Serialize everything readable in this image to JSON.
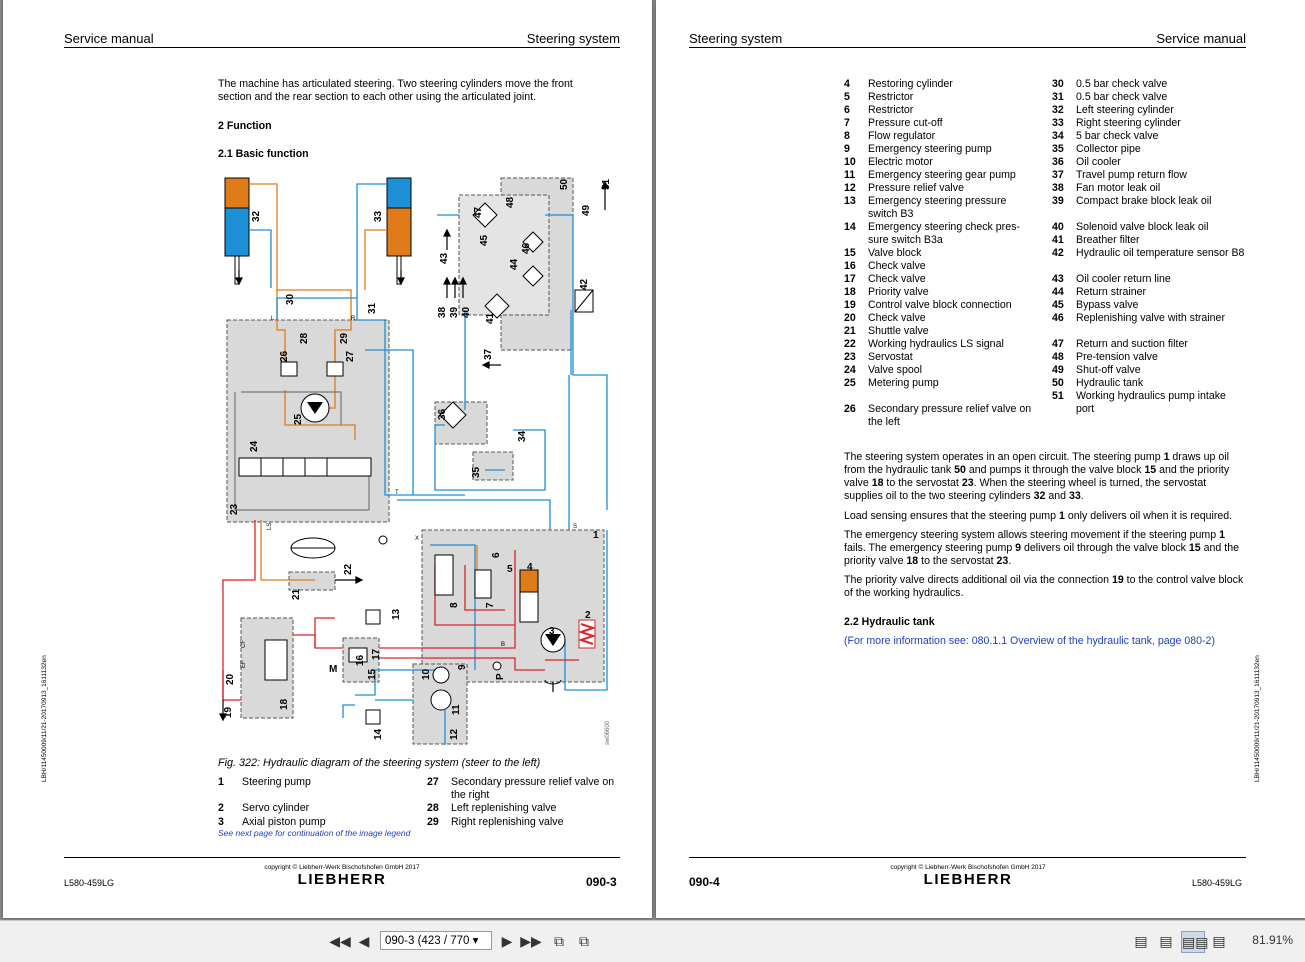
{
  "left_page": {
    "header_left": "Service manual",
    "header_right": "Steering system",
    "intro": "The machine has articulated steering. Two steering cylinders move the front section and the rear section to each other using the articulated joint.",
    "heading_function": "2 Function",
    "heading_basic": "2.1 Basic function",
    "figure_caption": "Fig. 322: Hydraulic diagram of the steering system (steer to the left)",
    "figure_code": "sw06600",
    "diagram_labels": [
      "32",
      "33",
      "30",
      "31",
      "28",
      "29",
      "26",
      "27",
      "25",
      "24",
      "23",
      "36",
      "34",
      "35",
      "47",
      "48",
      "45",
      "46",
      "44",
      "43",
      "42",
      "41",
      "49",
      "50",
      "51",
      "38",
      "39",
      "40",
      "37",
      "22",
      "21",
      "20",
      "19",
      "18",
      "13",
      "16",
      "15",
      "17",
      "14",
      "10",
      "9",
      "11",
      "12",
      "8",
      "7",
      "6",
      "5",
      "4",
      "3",
      "2",
      "1",
      "M",
      "P",
      "L",
      "R",
      "T",
      "S",
      "X",
      "LS",
      "CF",
      "EF",
      "B"
    ],
    "legend": [
      {
        "num": "1",
        "text": "Steering pump"
      },
      {
        "num": "2",
        "text": "Servo cylinder"
      },
      {
        "num": "3",
        "text": "Axial piston pump"
      },
      {
        "num": "27",
        "text": "Secondary pressure relief valve on the right"
      },
      {
        "num": "28",
        "text": "Left replenishing valve"
      },
      {
        "num": "29",
        "text": "Right replenishing valve"
      }
    ],
    "continued_note": "See next page for continuation of the image legend",
    "copyright": "copyright © Liebherr-Werk Bischofshofen GmbH 2017",
    "brand": "LIEBHERR",
    "model": "L580-459LG",
    "page_number": "090-3",
    "side_code": "LBH/11450009/11/21-20170913_1611132en"
  },
  "right_page": {
    "header_left": "Steering system",
    "header_right": "Service manual",
    "legend_col1": [
      {
        "num": "4",
        "text": "Restoring cylinder"
      },
      {
        "num": "5",
        "text": "Restrictor"
      },
      {
        "num": "6",
        "text": "Restrictor"
      },
      {
        "num": "7",
        "text": "Pressure cut-off"
      },
      {
        "num": "8",
        "text": "Flow regulator"
      },
      {
        "num": "9",
        "text": "Emergency steering pump"
      },
      {
        "num": "10",
        "text": "Electric motor"
      },
      {
        "num": "11",
        "text": "Emergency steering gear pump"
      },
      {
        "num": "12",
        "text": "Pressure relief valve"
      },
      {
        "num": "13",
        "text": "Emergency steering pressure switch B3"
      },
      {
        "num": "14",
        "text": "Emergency steering check pres-sure switch B3a"
      },
      {
        "num": "15",
        "text": "Valve block"
      },
      {
        "num": "16",
        "text": "Check valve"
      },
      {
        "num": "17",
        "text": "Check valve"
      },
      {
        "num": "18",
        "text": "Priority valve"
      },
      {
        "num": "19",
        "text": "Control valve block connection"
      },
      {
        "num": "20",
        "text": "Check valve"
      },
      {
        "num": "21",
        "text": "Shuttle valve"
      },
      {
        "num": "22",
        "text": "Working hydraulics LS signal"
      },
      {
        "num": "23",
        "text": "Servostat"
      },
      {
        "num": "24",
        "text": "Valve spool"
      },
      {
        "num": "25",
        "text": "Metering pump"
      },
      {
        "num": "26",
        "text": "Secondary pressure relief valve on the left"
      }
    ],
    "legend_col2": [
      {
        "num": "30",
        "text": "0.5 bar check valve"
      },
      {
        "num": "31",
        "text": "0.5 bar check valve"
      },
      {
        "num": "32",
        "text": "Left steering cylinder"
      },
      {
        "num": "33",
        "text": "Right steering cylinder"
      },
      {
        "num": "34",
        "text": "5 bar check valve"
      },
      {
        "num": "35",
        "text": "Collector pipe"
      },
      {
        "num": "36",
        "text": "Oil cooler"
      },
      {
        "num": "37",
        "text": "Travel pump return flow"
      },
      {
        "num": "38",
        "text": "Fan motor leak oil"
      },
      {
        "num": "39",
        "text": "Compact brake block leak oil"
      },
      {
        "num": "40",
        "text": "Solenoid valve block leak oil"
      },
      {
        "num": "41",
        "text": "Breather filter"
      },
      {
        "num": "42",
        "text": "Hydraulic oil temperature sensor B8"
      },
      {
        "num": "43",
        "text": "Oil cooler return line"
      },
      {
        "num": "44",
        "text": "Return strainer"
      },
      {
        "num": "45",
        "text": "Bypass valve"
      },
      {
        "num": "46",
        "text": "Replenishing valve with strainer"
      },
      {
        "num": "47",
        "text": "Return and suction filter"
      },
      {
        "num": "48",
        "text": "Pre-tension valve"
      },
      {
        "num": "49",
        "text": "Shut-off valve"
      },
      {
        "num": "50",
        "text": "Hydraulic tank"
      },
      {
        "num": "51",
        "text": "Working hydraulics pump intake port"
      }
    ],
    "para1": [
      {
        "t": "The steering system operates in an open circuit. The steering pump "
      },
      {
        "t": "1",
        "b": true
      },
      {
        "t": " draws up oil from the hydraulic tank "
      },
      {
        "t": "50",
        "b": true
      },
      {
        "t": " and pumps it through the valve block "
      },
      {
        "t": "15",
        "b": true
      },
      {
        "t": " and the priority valve "
      },
      {
        "t": "18",
        "b": true
      },
      {
        "t": " to the servostat "
      },
      {
        "t": "23",
        "b": true
      },
      {
        "t": ". When the steering wheel is turned, the servostat supplies oil to the two steering cylinders "
      },
      {
        "t": "32",
        "b": true
      },
      {
        "t": " and "
      },
      {
        "t": "33",
        "b": true
      },
      {
        "t": "."
      }
    ],
    "para2": [
      {
        "t": "Load sensing ensures that the steering pump "
      },
      {
        "t": "1",
        "b": true
      },
      {
        "t": " only delivers oil when it is required."
      }
    ],
    "para3": [
      {
        "t": "The emergency steering system allows steering movement if the steering pump "
      },
      {
        "t": "1",
        "b": true
      },
      {
        "t": " fails. The emergency steering pump "
      },
      {
        "t": "9",
        "b": true
      },
      {
        "t": " delivers oil through the valve block "
      },
      {
        "t": "15",
        "b": true
      },
      {
        "t": " and the priority valve "
      },
      {
        "t": "18",
        "b": true
      },
      {
        "t": " to the servostat "
      },
      {
        "t": "23",
        "b": true
      },
      {
        "t": "."
      }
    ],
    "para4": [
      {
        "t": "The priority valve directs additional oil via the connection "
      },
      {
        "t": "19",
        "b": true
      },
      {
        "t": " to the control valve block of the working hydraulics."
      }
    ],
    "heading_tank": "2.2 Hydraulic tank",
    "tank_link": "(For more information see: 080.1.1 Overview of the hydraulic tank, page 080-2)",
    "copyright": "copyright © Liebherr-Werk Bischofshofen GmbH 2017",
    "brand": "LIEBHERR",
    "model": "L580-459LG",
    "page_number": "090-4",
    "side_code": "LBH/11450009/11/21-20170913_1611132en"
  },
  "toolbar": {
    "page_field": "090-3 (423 / 770",
    "zoom": "81.91%",
    "icons": [
      "first-page-icon",
      "prev-page-icon",
      "next-page-icon",
      "last-page-icon",
      "history-back-icon",
      "history-forward-icon",
      "single-page-icon",
      "continuous-page-icon",
      "two-page-icon",
      "continuous-two-page-icon"
    ]
  },
  "colors": {
    "orange": "#e07b1a",
    "blue": "#1d8fd6",
    "red": "#d8262b",
    "gray_box": "#d9d9d9",
    "link": "#1f3fbf"
  }
}
